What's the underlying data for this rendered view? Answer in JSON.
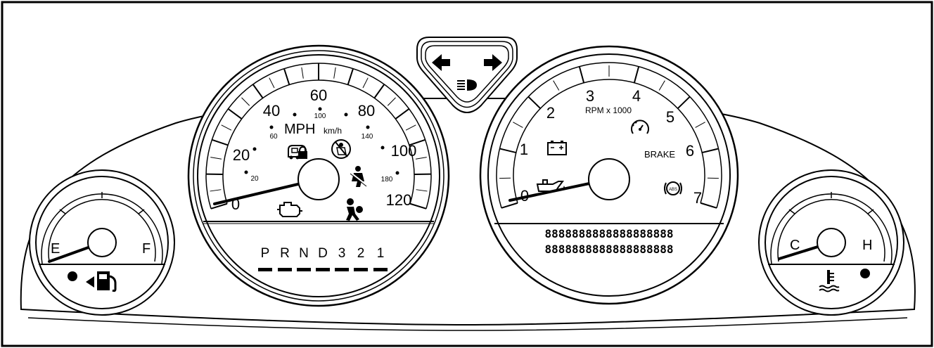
{
  "speedometer": {
    "mph_marks": [
      "0",
      "20",
      "40",
      "60",
      "80",
      "100",
      "120"
    ],
    "kmh_marks": [
      "20",
      "60",
      "100",
      "140",
      "180"
    ],
    "unit_mph": "MPH",
    "unit_kmh": "km/h",
    "mph_max": 120,
    "needle_mph": 3
  },
  "gear_indicator": {
    "gears": [
      "P",
      "R",
      "N",
      "D",
      "3",
      "2",
      "1"
    ]
  },
  "tachometer": {
    "marks": [
      "0",
      "1",
      "2",
      "3",
      "4",
      "5",
      "6",
      "7"
    ],
    "unit_label": "RPM x 1000",
    "brake_label": "BRAKE",
    "abs_label": "ABS",
    "needle_rpm": 0.3
  },
  "odometer_display": {
    "line1": "8888888888888888888",
    "line2": "8888888888888888888"
  },
  "fuel_gauge": {
    "left_label": "E",
    "right_label": "F",
    "level": 0.0
  },
  "temperature_gauge": {
    "left_label": "C",
    "right_label": "H",
    "level": 0.05
  },
  "icons": [
    "left-turn-signal-icon",
    "right-turn-signal-icon",
    "high-beam-icon",
    "security-icon",
    "seatbelt-reminder-icon",
    "seatbelt-icon",
    "check-engine-icon",
    "airbag-icon",
    "battery-icon",
    "oil-pressure-icon",
    "cruise-control-icon",
    "abs-icon",
    "fuel-pump-icon",
    "coolant-temperature-icon"
  ]
}
